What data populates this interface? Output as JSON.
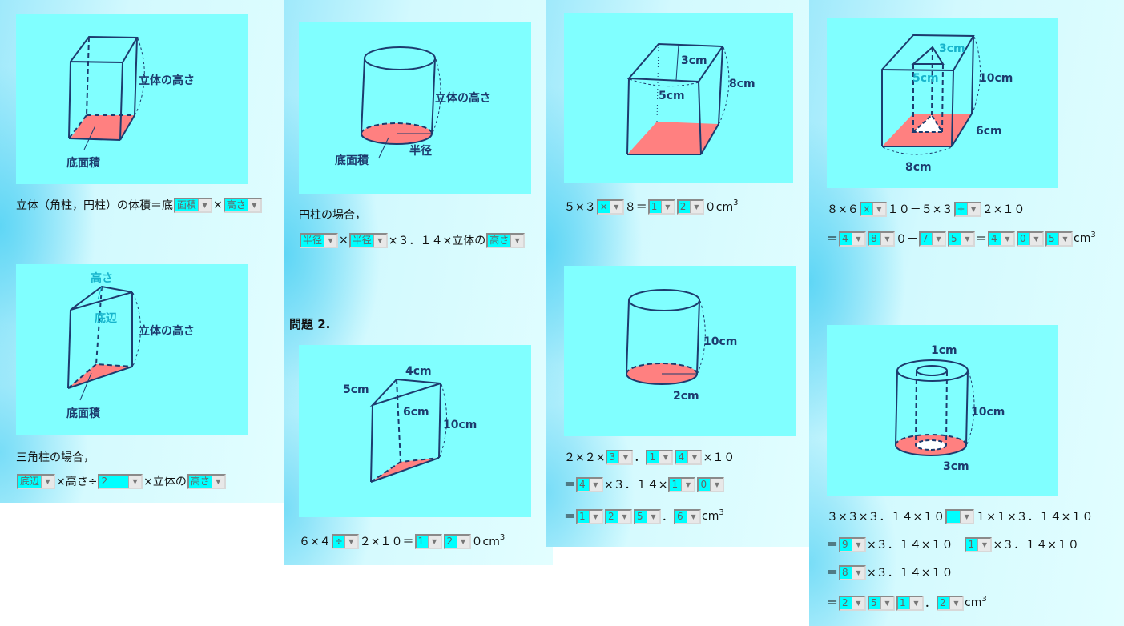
{
  "colors": {
    "panel": "#80ffff",
    "stroke": "#1d3b6e",
    "base": "#ff8080",
    "select_value": "#00ffff"
  },
  "icons": {
    "dropdown": "chevron-down-icon"
  },
  "col1": {
    "fig1": {
      "height_label": "立体の高さ",
      "base_label": "底面積"
    },
    "formula1": [
      "立体（角柱，円柱）の体積＝底",
      {
        "sel": "面積"
      },
      "×",
      {
        "sel": "高さ"
      }
    ],
    "fig2": {
      "height_small": "高さ",
      "base_edge": "底辺",
      "height_label": "立体の高さ",
      "base_label": "底面積"
    },
    "caption2": "三角柱の場合，",
    "formula2": [
      {
        "sel": "底辺"
      },
      "×高さ÷",
      {
        "sel": "2　　"
      },
      "×立体の",
      {
        "sel": "高さ"
      }
    ]
  },
  "col2": {
    "fig1": {
      "height_label": "立体の高さ",
      "radius_label": "半径",
      "base_label": "底面積"
    },
    "caption1": "円柱の場合，",
    "formula1": [
      {
        "sel": "半径"
      },
      "×",
      {
        "sel": "半径"
      },
      "×３．１４×立体の",
      {
        "sel": "高さ"
      }
    ],
    "problem_heading": "問題 2.",
    "fig2": {
      "a": "4cm",
      "b": "5cm",
      "c": "6cm",
      "h": "10cm"
    },
    "formula2": [
      "６×４",
      {
        "sel": "÷"
      },
      "２×１０＝",
      {
        "sel": "1"
      },
      {
        "sel": "2"
      },
      "０cm",
      {
        "sup": "3"
      }
    ]
  },
  "col3": {
    "fig1": {
      "a": "3cm",
      "b": "5cm",
      "h": "8cm"
    },
    "formula1": [
      "５×３",
      {
        "sel": "×"
      },
      "８＝",
      {
        "sel": "1"
      },
      {
        "sel": "2"
      },
      "０cm",
      {
        "sup": "3"
      }
    ],
    "fig2": {
      "h": "10cm",
      "r": "2cm"
    },
    "formula2": [
      "２×２×",
      {
        "sel": "3"
      },
      "．",
      {
        "sel": "1"
      },
      {
        "sel": "4"
      },
      "×１０"
    ],
    "formula3": [
      "＝",
      {
        "sel": "4"
      },
      "×３．１４×",
      {
        "sel": "1"
      },
      {
        "sel": "0"
      }
    ],
    "formula4": [
      "＝",
      {
        "sel": "1"
      },
      {
        "sel": "2"
      },
      {
        "sel": "5"
      },
      "．",
      {
        "sel": "6"
      },
      "cm",
      {
        "sup": "3"
      }
    ]
  },
  "col4": {
    "fig1": {
      "tri_a": "3cm",
      "tri_b": "5cm",
      "h": "10cm",
      "d": "6cm",
      "w": "8cm"
    },
    "formula1": [
      "８×６",
      {
        "sel": "×"
      },
      "１０－５×３",
      {
        "sel": "÷"
      },
      "２×１０"
    ],
    "formula2": [
      "＝",
      {
        "sel": "4"
      },
      {
        "sel": "8"
      },
      "０－",
      {
        "sel": "7"
      },
      {
        "sel": "5"
      },
      "＝",
      {
        "sel": "4"
      },
      {
        "sel": "0"
      },
      {
        "sel": "5"
      },
      "cm",
      {
        "sup": "3"
      }
    ],
    "fig2": {
      "inner_r": "1cm",
      "h": "10cm",
      "outer_r": "3cm"
    },
    "formula3": [
      "３×３×３．１４×１０",
      {
        "sel": "－"
      },
      "１×１×３．１４×１０"
    ],
    "formula4": [
      "＝",
      {
        "sel": "9"
      },
      "×３．１４×１０－",
      {
        "sel": "1"
      },
      "×３．１４×１０"
    ],
    "formula5": [
      "＝",
      {
        "sel": "8"
      },
      "×３．１４×１０"
    ],
    "formula6": [
      "＝",
      {
        "sel": "2"
      },
      {
        "sel": "5"
      },
      {
        "sel": "1"
      },
      "．",
      {
        "sel": "2"
      },
      "cm",
      {
        "sup": "3"
      }
    ]
  }
}
